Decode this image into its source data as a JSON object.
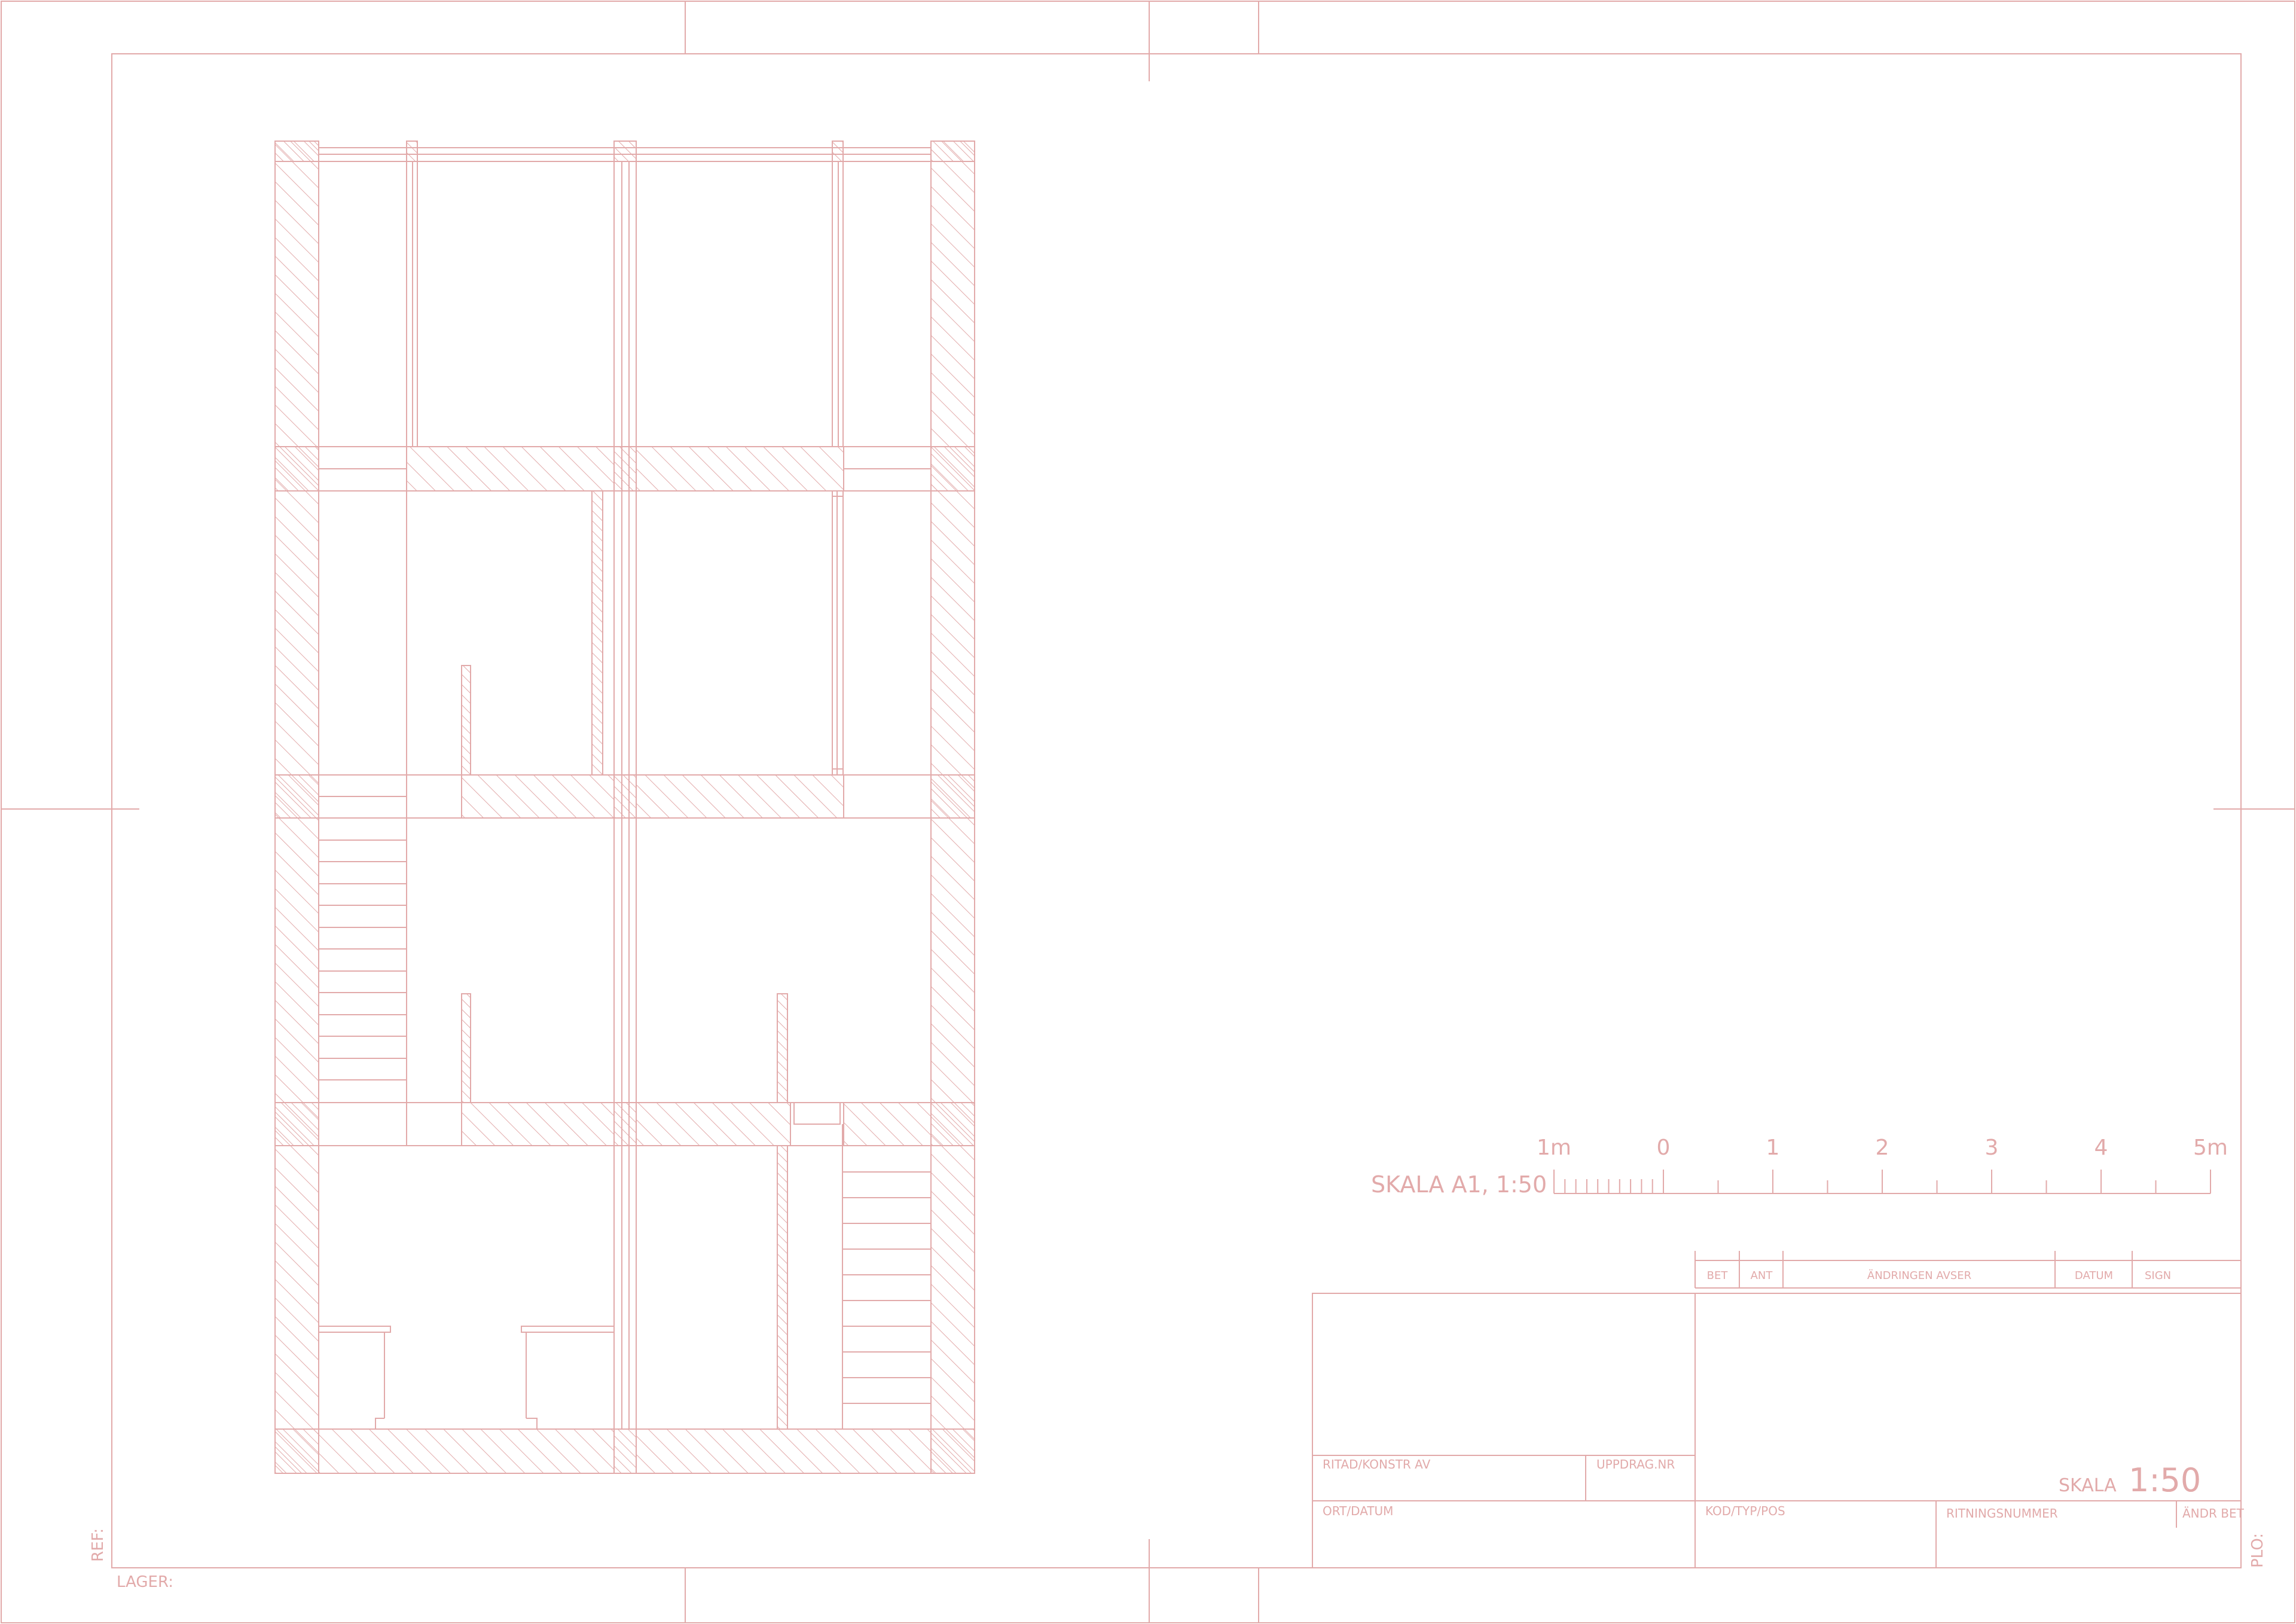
{
  "colors": {
    "line": "#e2aaaa",
    "background": "#ffffff"
  },
  "margin": {
    "ref_label": "REF:",
    "lager_label": "LAGER:",
    "plo_label": "PLO:"
  },
  "scale_bar": {
    "caption": "SKALA A1, 1:50",
    "ticks": [
      "1m",
      "0",
      "1",
      "2",
      "3",
      "4",
      "5m"
    ]
  },
  "revision_table": {
    "columns": [
      "BET",
      "ANT",
      "ÄNDRINGEN AVSER",
      "DATUM",
      "SIGN"
    ]
  },
  "title_block": {
    "drawn_by_label": "RITAD/KONSTR AV",
    "assignment_label": "UPPDRAG.NR",
    "place_date_label": "ORT/DATUM",
    "code_label": "KOD/TYP/POS",
    "drawing_number_label": "RITNINGSNUMMER",
    "revision_label": "ÄNDR BET",
    "scale_label": "SKALA",
    "scale_value": "1:50"
  }
}
